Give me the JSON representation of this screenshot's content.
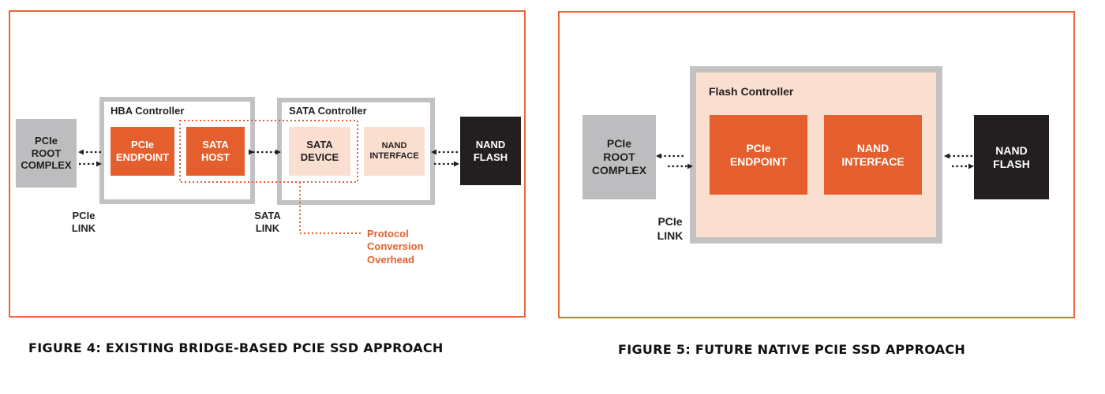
{
  "figure4": {
    "pcie_root_complex": "PCIe\nROOT\nCOMPLEX",
    "hba_controller_title": "HBA Controller",
    "pcie_endpoint": "PCIe\nENDPOINT",
    "sata_host": "SATA\nHOST",
    "sata_controller_title": "SATA Controller",
    "sata_device": "SATA\nDEVICE",
    "nand_interface": "NAND\nINTERFACE",
    "nand_flash": "NAND\nFLASH",
    "pcie_link": "PCIe\nLINK",
    "sata_link": "SATA\nLINK",
    "protocol_overhead": "Protocol\nConversion\nOverhead",
    "caption": "FIGURE 4: EXISTING BRIDGE-BASED PCIE SSD APPROACH"
  },
  "figure5": {
    "pcie_root_complex": "PCIe\nROOT\nCOMPLEX",
    "flash_controller_title": "Flash Controller",
    "pcie_endpoint": "PCIe\nENDPOINT",
    "nand_interface": "NAND\nINTERFACE",
    "nand_flash": "NAND\nFLASH",
    "pcie_link": "PCIe\nLINK",
    "caption": "FIGURE 5: FUTURE NATIVE PCIE SSD APPROACH"
  },
  "colors": {
    "accent_orange": "#e45f2d",
    "panel_border": "#e8673a",
    "gray_block": "#bdbdbf",
    "peach_block": "#fadfd0",
    "dark_block": "#231f20"
  }
}
